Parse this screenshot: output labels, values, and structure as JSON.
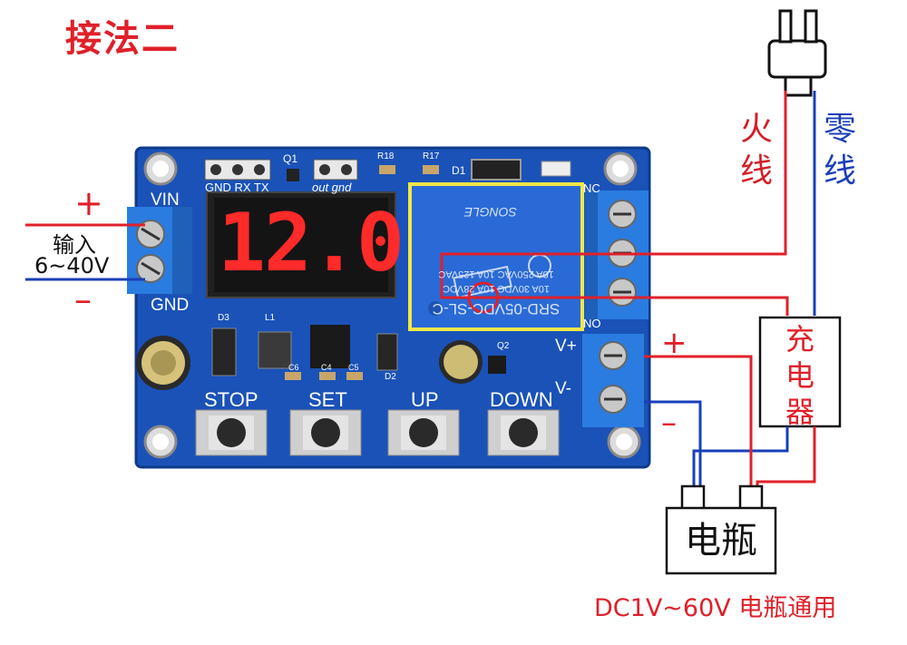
{
  "title": "接法二",
  "input": {
    "plus": "+",
    "minus": "–",
    "label_line1": "输入",
    "label_line2": "6~40V"
  },
  "board": {
    "vin": "VIN",
    "gnd": "GND",
    "header_pins": "GND RX TX",
    "out_gnd": "out gnd",
    "q1": "Q1",
    "r18": "R18",
    "r17": "R17",
    "d1": "D1",
    "d3": "D3",
    "l1": "L1",
    "d2": "D2",
    "q2": "Q2",
    "c6": "C6",
    "c4": "C4",
    "c5": "C5",
    "nc": "NC",
    "no": "NO",
    "v_plus": "V+",
    "v_minus": "V-",
    "display": "12.0",
    "relay_model": "SRD-05VDC-SL-C",
    "relay_spec": [
      "10A 30VDC 10A 28VDC",
      "10A 250VAC 10A 125VAC"
    ],
    "relay_brand": "SONGLE",
    "buttons": [
      "STOP",
      "SET",
      "UP",
      "DOWN"
    ]
  },
  "wiring": {
    "live": "火线",
    "neutral": "零线",
    "charger": [
      "充",
      "电",
      "器"
    ],
    "battery": "电瓶",
    "plus": "+",
    "minus": "–"
  },
  "footer": "DC1V~60V 电瓶通用",
  "colors": {
    "red_wire": "#e0202a",
    "blue_wire": "#1a3fb8",
    "pcb": "#1a52b8",
    "relay": "#2a6ad6",
    "terminal": "#2a7ce0",
    "display_on": "#ff2a2a"
  }
}
